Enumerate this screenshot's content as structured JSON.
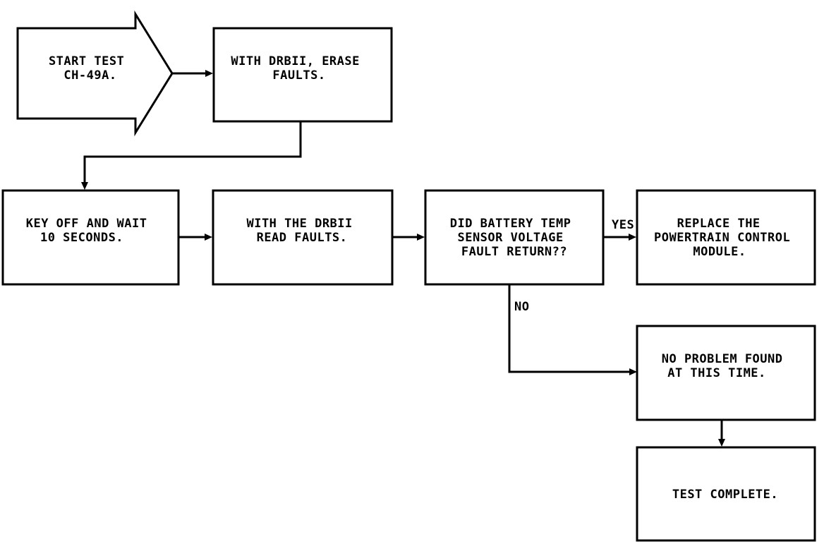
{
  "nodes": {
    "start": {
      "lines": [
        "START TEST",
        "CH-49A."
      ]
    },
    "erase": {
      "lines": [
        "WITH DRBII, ERASE",
        "FAULTS."
      ]
    },
    "keyoff": {
      "lines": [
        "KEY OFF AND WAIT",
        "10 SECONDS."
      ]
    },
    "read": {
      "lines": [
        "WITH THE DRBII",
        "READ FAULTS."
      ]
    },
    "decision": {
      "lines": [
        "DID BATTERY TEMP",
        "SENSOR VOLTAGE",
        "FAULT RETURN??"
      ]
    },
    "replace": {
      "lines": [
        "REPLACE THE",
        "POWERTRAIN CONTROL",
        "MODULE."
      ]
    },
    "noprob": {
      "lines": [
        "NO PROBLEM FOUND",
        "AT THIS TIME."
      ]
    },
    "complete": {
      "lines": [
        "TEST COMPLETE."
      ]
    }
  },
  "edges": {
    "yes_label": "YES",
    "no_label": "NO"
  }
}
